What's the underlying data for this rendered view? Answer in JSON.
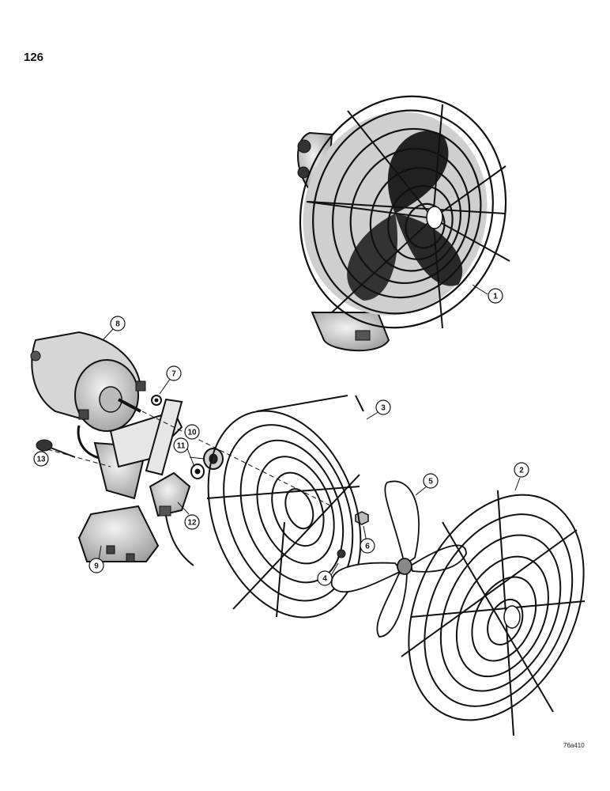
{
  "page": {
    "number": "126",
    "reference_code": "76a410"
  },
  "colors": {
    "ink": "#111111",
    "paper": "#ffffff",
    "metal_shade": "#d8d8d8",
    "blade_fill": "#ffffff"
  },
  "parts": [
    {
      "callout": "1",
      "icon": "assembled-fan-icon"
    },
    {
      "callout": "2",
      "icon": "front-guard-icon"
    },
    {
      "callout": "3",
      "icon": "rear-guard-icon"
    },
    {
      "callout": "4",
      "icon": "screw-icon"
    },
    {
      "callout": "5",
      "icon": "fan-blade-icon"
    },
    {
      "callout": "6",
      "icon": "nut-icon"
    },
    {
      "callout": "7",
      "icon": "washer-icon"
    },
    {
      "callout": "8",
      "icon": "motor-icon"
    },
    {
      "callout": "9",
      "icon": "base-icon"
    },
    {
      "callout": "10",
      "icon": "knob-icon"
    },
    {
      "callout": "11",
      "icon": "nut-icon"
    },
    {
      "callout": "12",
      "icon": "switch-icon"
    },
    {
      "callout": "13",
      "icon": "plug-icon"
    }
  ]
}
